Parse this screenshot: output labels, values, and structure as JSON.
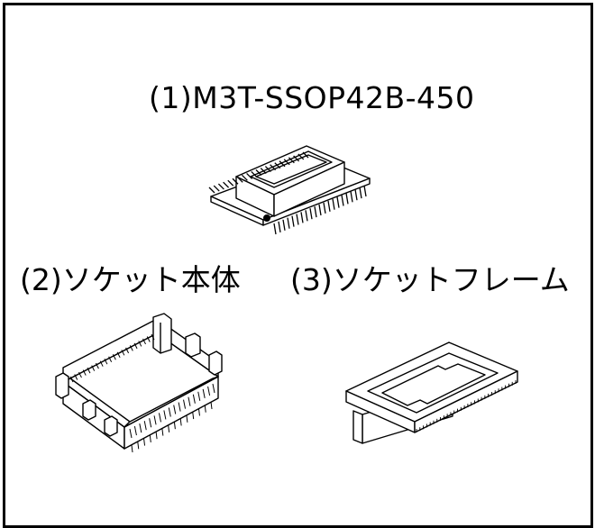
{
  "labels": {
    "part1": "(1)M3T-SSOP42B-450",
    "part2": "(2)ソケット本体",
    "part3": "(3)ソケットフレーム"
  },
  "colors": {
    "line": "#000000",
    "background": "#ffffff"
  }
}
